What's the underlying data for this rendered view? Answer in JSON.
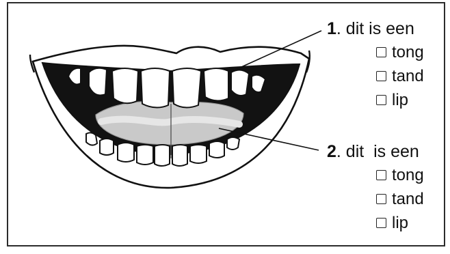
{
  "questions": [
    {
      "number": "1",
      "prompt": ". dit is een",
      "options": [
        "tong",
        "tand",
        "lip"
      ]
    },
    {
      "number": "2",
      "prompt": ". dit  is een",
      "options": [
        "tong",
        "tand",
        "lip"
      ]
    }
  ],
  "colors": {
    "stroke": "#111111",
    "tongue_fill": "#c9c9c9",
    "mouth_dark": "#121212",
    "frame": "#2b2b2b"
  }
}
